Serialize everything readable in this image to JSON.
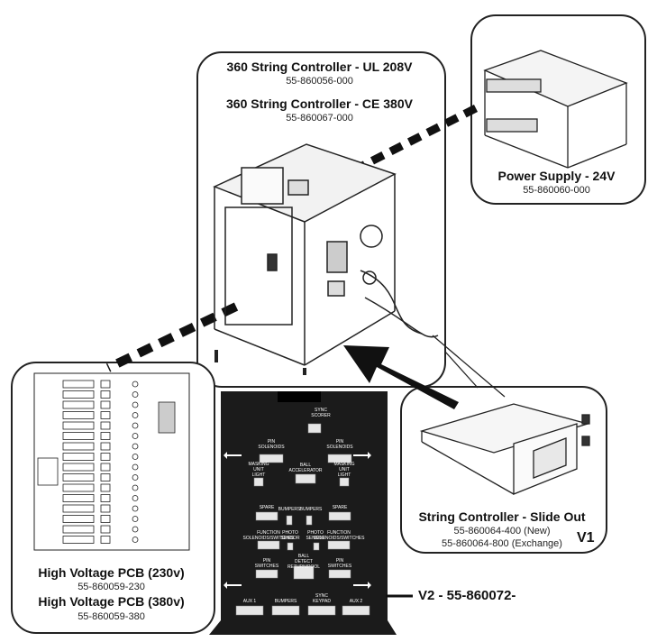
{
  "main_controller": {
    "title1": "360 String Controller - UL 208V",
    "pn1": "55-860056-000",
    "title2": "360 String Controller - CE 380V",
    "pn2": "55-860067-000"
  },
  "power_supply": {
    "title": "Power Supply - 24V",
    "pn": "55-860060-000"
  },
  "slide_out": {
    "title": "String Controller - Slide Out",
    "pn_new": "55-860064-400 (New)",
    "pn_exchange": "55-860064-800 (Exchange)",
    "version": "V1"
  },
  "hv_pcb": {
    "title1": "High Voltage PCB (230v)",
    "pn1": "55-860059-230",
    "title2": "High Voltage PCB (380v)",
    "pn2": "55-860059-380"
  },
  "v2_panel": {
    "version_label": "V2 - 55-860072-",
    "sync_scorer": [
      "SYNC",
      "SCORER"
    ],
    "pin_solenoids": [
      "PIN",
      "SOLENOIDS"
    ],
    "masking_unit_light": [
      "MASKING",
      "UNIT",
      "LIGHT"
    ],
    "ball_accelerator": [
      "BALL",
      "ACCELERATOR"
    ],
    "spare": "SPARE",
    "bumpers": "BUMPERS",
    "function_solenoids_switches": [
      "FUNCTION",
      "SOLENOIDS/SWITCHES"
    ],
    "photo_sensor": [
      "PHOTO",
      "SENSOR"
    ],
    "ball_detect_return_pool": [
      "BALL",
      "DETECT",
      "RETURN/POOL"
    ],
    "pin_switches": [
      "PIN",
      "SWITCHES"
    ],
    "aux1": "AUX 1",
    "sync_keypad": [
      "SYNC",
      "KEYPAD"
    ],
    "aux2": "AUX 2"
  },
  "colors": {
    "panel": "#1b1b1b",
    "line": "#222222",
    "panel_text": "#ffffff"
  }
}
